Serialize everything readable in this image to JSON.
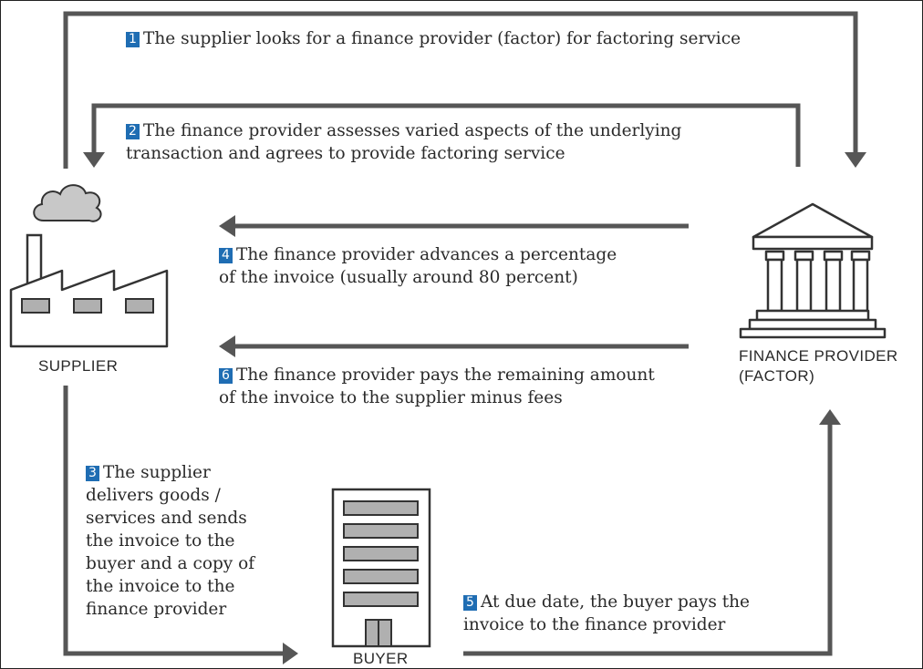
{
  "colors": {
    "arrow": "#565656",
    "number_badge": "#1f6db3",
    "icon_stroke": "#333333",
    "cloud_fill": "#c8c8c8",
    "window_fill": "#b0b0b0"
  },
  "actors": {
    "supplier": "SUPPLIER",
    "finance_provider_line1": "FINANCE PROVIDER",
    "finance_provider_line2": "(FACTOR)",
    "buyer": "BUYER"
  },
  "icons": {
    "supplier": "factory-icon",
    "finance_provider": "bank-building-icon",
    "buyer": "office-building-icon"
  },
  "steps": [
    {
      "number": "1",
      "lines": [
        "The supplier looks for a finance provider (factor) for factoring service"
      ]
    },
    {
      "number": "2",
      "lines": [
        "The finance provider assesses varied aspects of the underlying",
        "transaction and agrees to provide factoring service"
      ]
    },
    {
      "number": "3",
      "lines": [
        "The supplier",
        "delivers goods /",
        "services and sends",
        "the invoice to the",
        "buyer and a copy of",
        "the invoice to the",
        "finance provider"
      ]
    },
    {
      "number": "4",
      "lines": [
        "The finance provider advances a percentage",
        "of the invoice (usually around 80 percent)"
      ]
    },
    {
      "number": "5",
      "lines": [
        "At due date, the buyer pays the",
        "invoice to the finance provider"
      ]
    },
    {
      "number": "6",
      "lines": [
        "The finance provider pays the remaining amount",
        "of the invoice to the supplier minus fees"
      ]
    }
  ]
}
